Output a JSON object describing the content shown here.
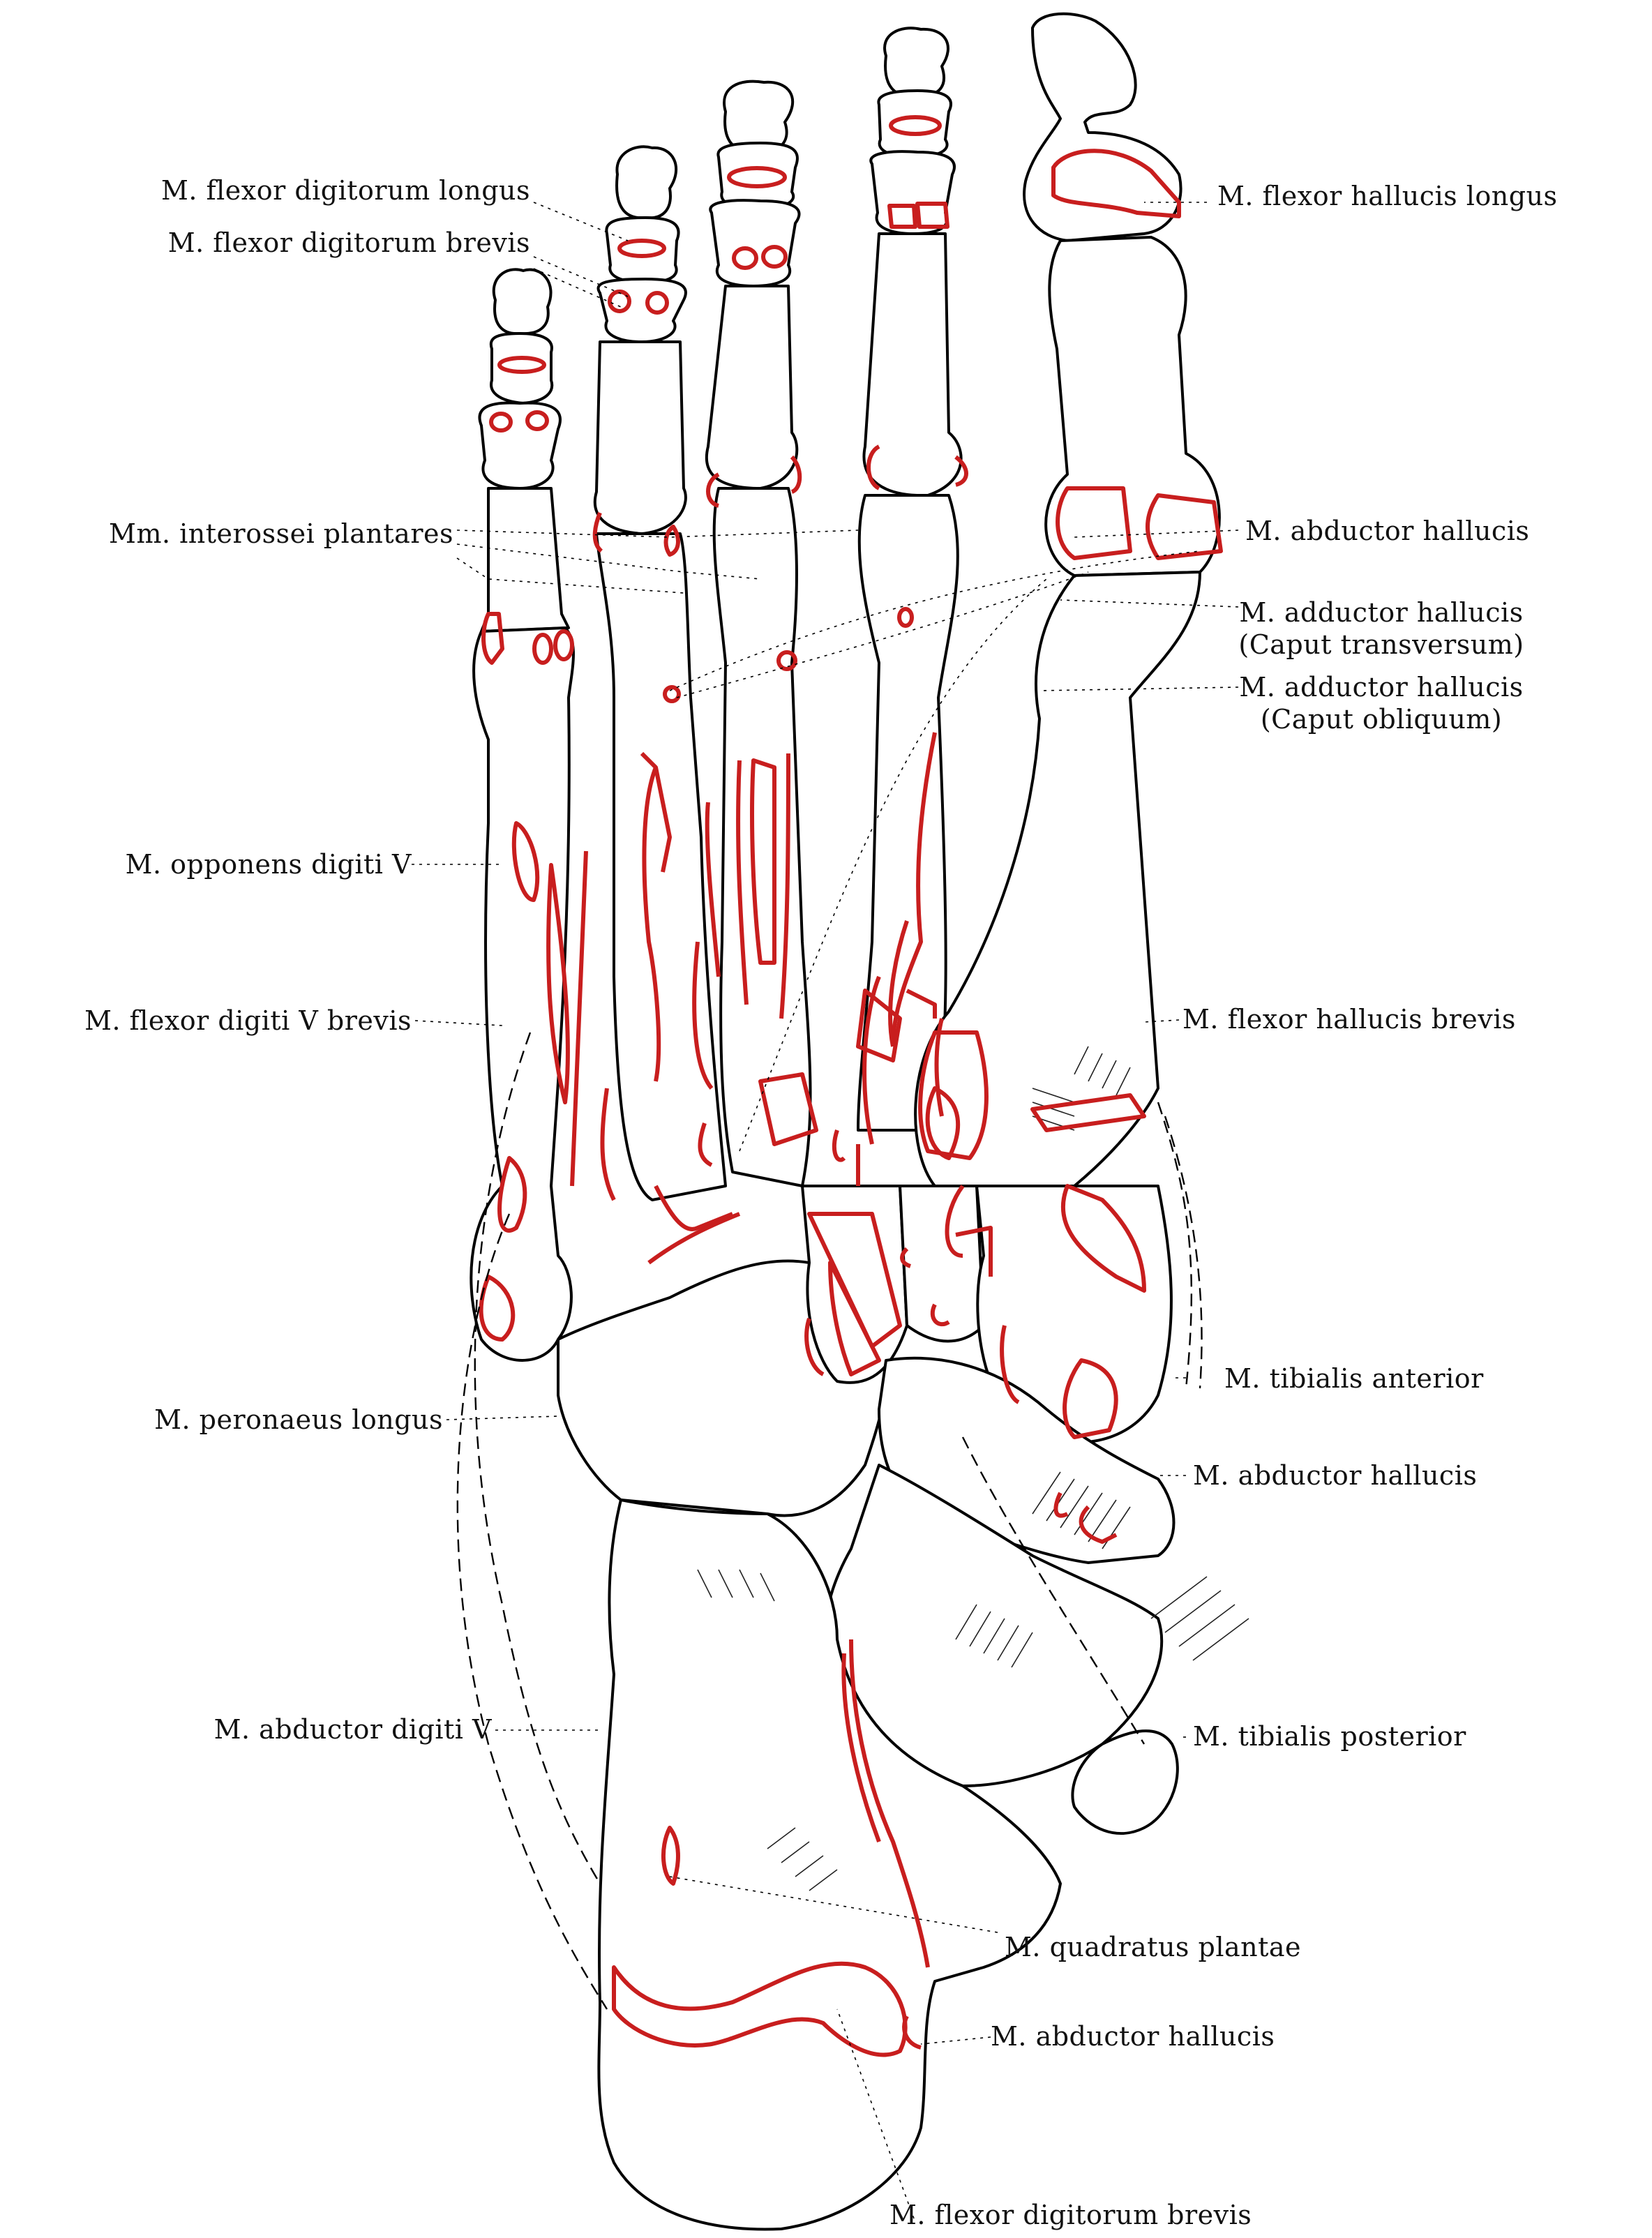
{
  "labels": {
    "fdl_left": "M. flexor digitorum longus",
    "fdb_left": "M. flexor digitorum brevis",
    "interossei": "Mm. interossei plantares",
    "opponens": "M. opponens digiti V",
    "flexor_dv_brevis": "M. flexor digiti V brevis",
    "peronaeus": "M. peronaeus longus",
    "abductor_dv": "M. abductor digiti V",
    "fhl": "M. flexor hallucis longus",
    "abd_hallucis_1": "M. abductor hallucis",
    "add_transv_1": "M. adductor hallucis",
    "add_transv_2": "(Caput transversum)",
    "add_obl_1": "M. adductor hallucis",
    "add_obl_2": "(Caput obliquum)",
    "fhb": "M. flexor hallucis brevis",
    "tib_ant": "M. tibialis anterior",
    "abd_hallucis_2": "M. abductor hallucis",
    "tib_post": "M. tibialis posterior",
    "quadratus": "M. quadratus plantae",
    "abd_hallucis_3": "M. abductor hallucis",
    "fdb_bottom": "M. flexor digitorum brevis"
  },
  "colors": {
    "bone_outline": "#000000",
    "muscle_attachment": "#c81e1e",
    "background": "#ffffff"
  }
}
